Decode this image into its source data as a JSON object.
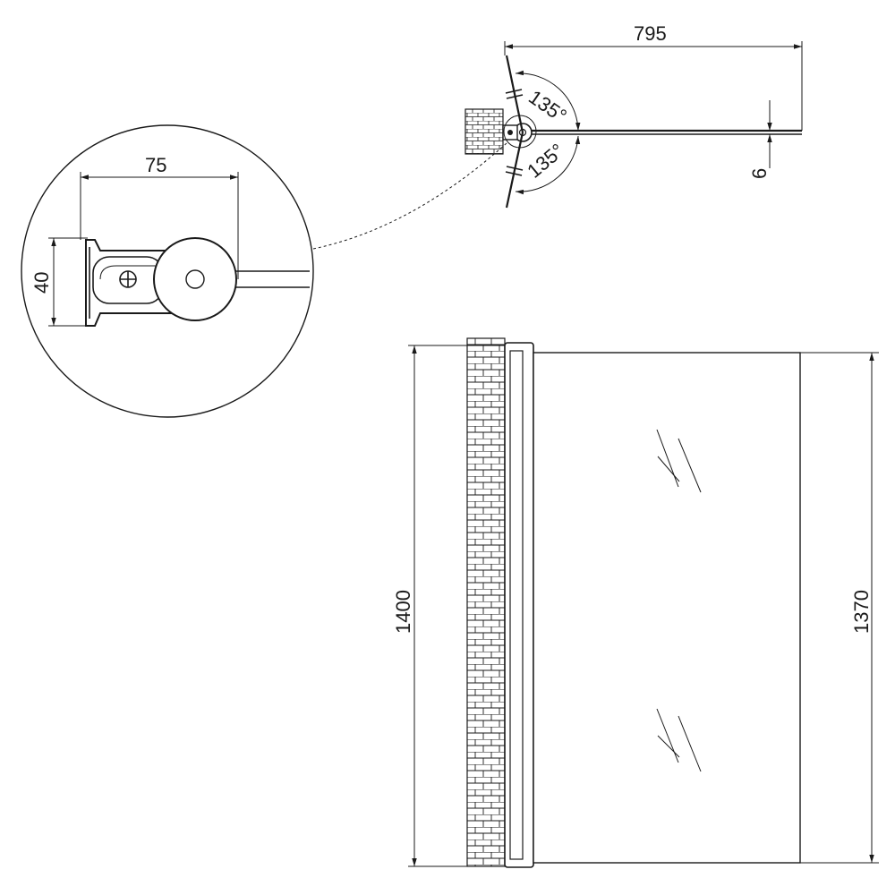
{
  "dimensions": {
    "top_width": "795",
    "glass_thickness": "6",
    "swing_angle_upper": "135°",
    "swing_angle_lower": "135°",
    "detail_width": "75",
    "detail_height": "40",
    "total_height": "1400",
    "glass_height": "1370"
  },
  "colors": {
    "line": "#1a1a1a",
    "background": "#ffffff"
  }
}
